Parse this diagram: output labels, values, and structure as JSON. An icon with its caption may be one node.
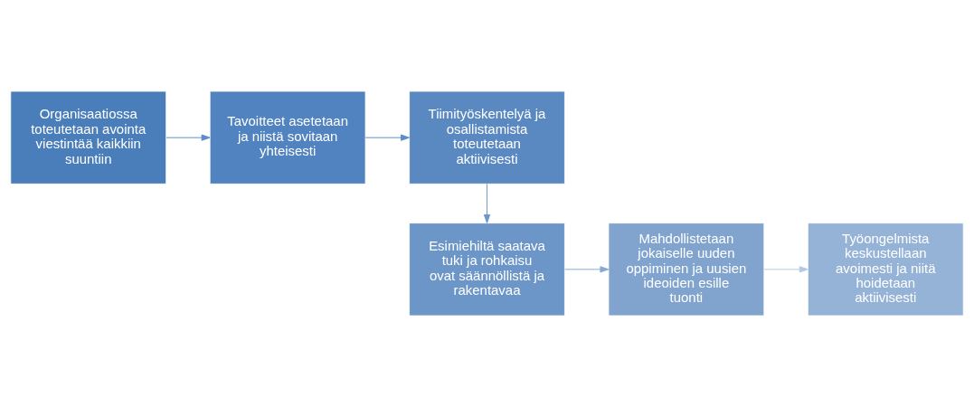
{
  "diagram": {
    "nodes": [
      {
        "text": [
          "Organisaatiossa toteutetaan avointa viestintää kaikkiin suuntiin"
        ]
      },
      {
        "text": [
          "Tavoitteet asetetaan ja niistä sovitaan yhteisesti"
        ]
      },
      {
        "text": [
          "Tiimityöskentelyä ja osallistamista toteutetaan aktiivisesti"
        ]
      },
      {
        "text": [
          "Esimiehiltä saatava tuki ja rohkaisu ovat säännöllistä ja rakentavaa"
        ]
      },
      {
        "text": [
          "Mahdollistetaan jokaiselle uuden oppiminen ja uusien ideoiden esille tuonti"
        ]
      },
      {
        "text": [
          "Työongelmista keskustellaan avoimesti ja niitä hoidetaan aktiivisesti"
        ]
      }
    ],
    "edges": [
      {
        "from": 0,
        "to": 1,
        "arrow": "to"
      },
      {
        "from": 1,
        "to": 2,
        "arrow": "to"
      },
      {
        "from": 2,
        "to": 3,
        "arrow": "to"
      },
      {
        "from": 3,
        "to": 4,
        "arrow": "to"
      },
      {
        "from": 4,
        "to": 5,
        "arrow": "to"
      }
    ]
  }
}
